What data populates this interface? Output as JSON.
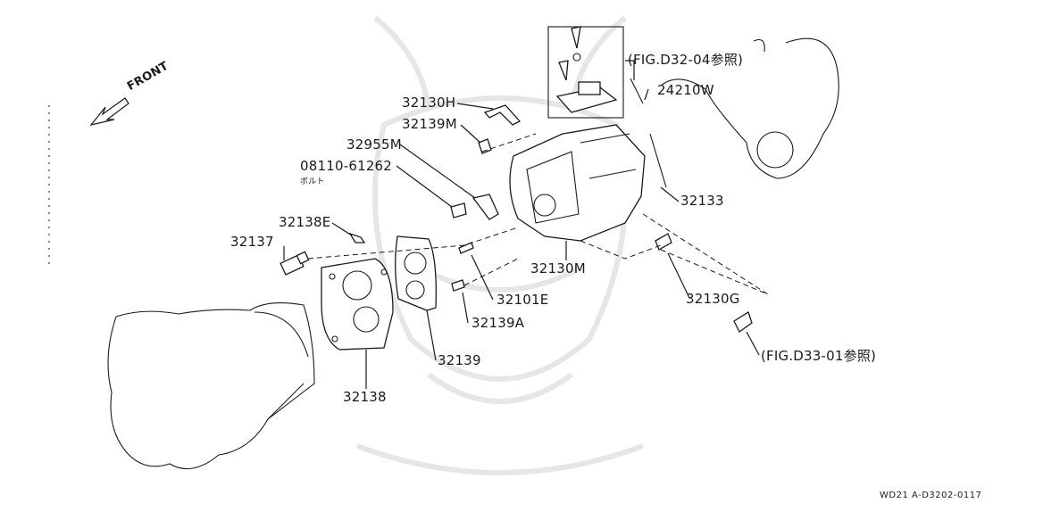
{
  "diagram": {
    "front_label": "FRONT",
    "ref_top": "(FIG.D32-04参照)",
    "ref_bottom": "(FIG.D33-01参照)",
    "drawing_code": "WD21 A-D3202-0117",
    "parts": {
      "p32130H": "32130H",
      "p32139M": "32139M",
      "p32955M": "32955M",
      "p08110": "08110-61262",
      "p08110_note": "ボルト",
      "p32138E": "32138E",
      "p32137": "32137",
      "p24210W": "24210W",
      "p32133": "32133",
      "p32130M": "32130M",
      "p32101E": "32101E",
      "p32139A": "32139A",
      "p32139": "32139",
      "p32138": "32138",
      "p32130G": "32130G"
    }
  }
}
